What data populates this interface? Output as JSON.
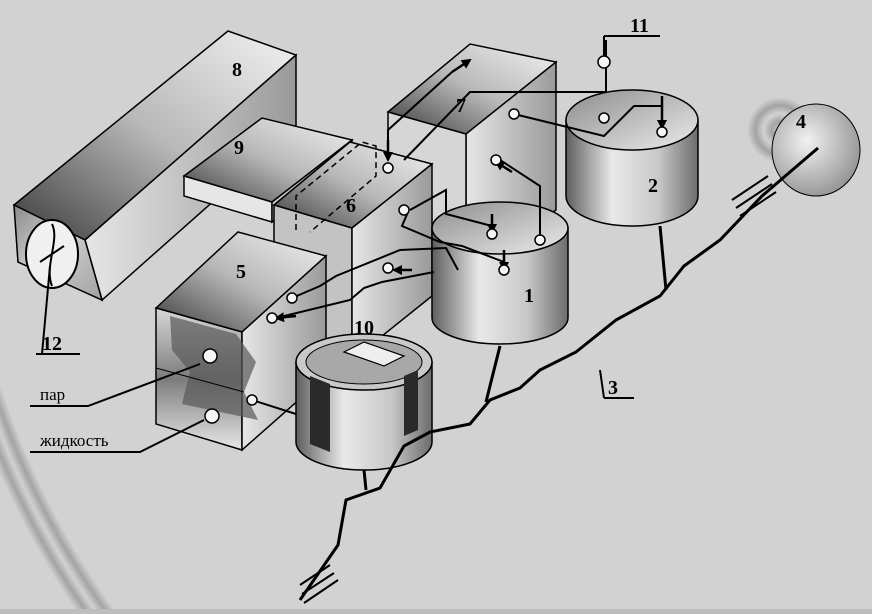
{
  "labels": {
    "n1": "1",
    "n2": "2",
    "n3": "3",
    "n4": "4",
    "n5": "5",
    "n6": "6",
    "n7": "7",
    "n8": "8",
    "n9": "9",
    "n10": "10",
    "n11": "11",
    "n12": "12",
    "vapor": "пар",
    "liquid": "жидкость"
  }
}
